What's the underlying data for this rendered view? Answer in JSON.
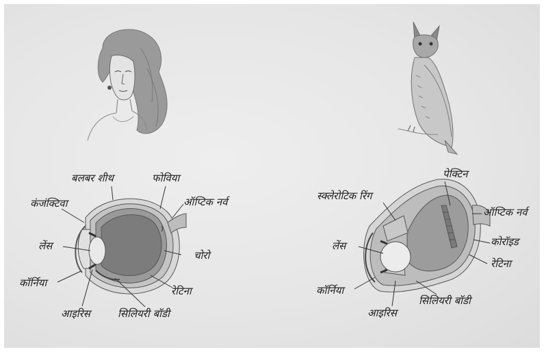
{
  "human_eye": {
    "labels": {
      "bulbar_sheath": "बलबर शीथ",
      "fovea": "फोविया",
      "conjunctiva": "कंजंक्टिवा",
      "optic_nerve": "ऑप्टिक नर्व",
      "lens": "लेंस",
      "choroid": "चोरो",
      "cornea": "कॉर्निया",
      "retina": "रेटिना",
      "iris": "आइरिस",
      "ciliary_body": "सिलियरी बॉडी"
    }
  },
  "owl_eye": {
    "labels": {
      "pecten": "पेक्टिन",
      "sclerotic_ring": "स्क्लेरोटिक रिंग",
      "optic_nerve": "ऑप्टिक नर्व",
      "lens": "लेंस",
      "choroid": "कोरॉइड",
      "retina": "रेटिना",
      "cornea": "कॉर्निया",
      "iris": "आइरिस",
      "ciliary_body": "सिलियरी बॉडी"
    }
  }
}
